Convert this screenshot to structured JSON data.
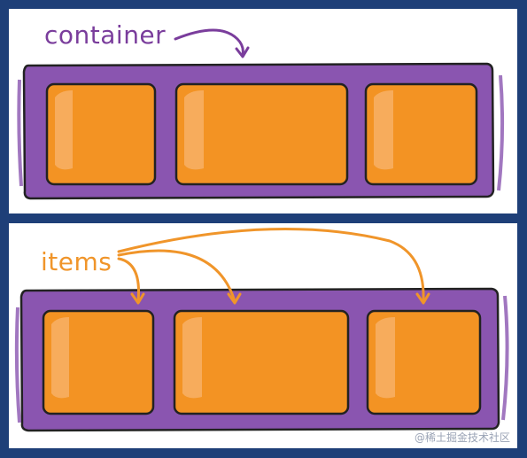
{
  "colors": {
    "background": "#1e3f78",
    "panel": "#ffffff",
    "container_fill": "#8a55b0",
    "container_stroke": "#222222",
    "item_fill": "#f39323",
    "item_highlight": "#f8b36a",
    "container_label": "#7a3d9c",
    "items_label": "#f0952a"
  },
  "top_panel": {
    "label": "container",
    "arrow_icon": "curved-arrow-icon"
  },
  "bottom_panel": {
    "label": "items",
    "arrow_icons": [
      "curved-arrow-icon",
      "curved-arrow-icon",
      "curved-arrow-icon"
    ]
  },
  "watermark": "@稀土掘金技术社区"
}
